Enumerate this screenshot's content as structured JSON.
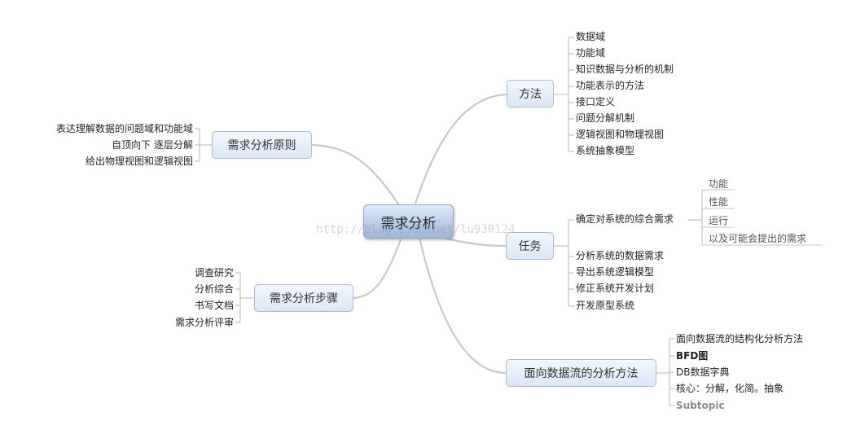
{
  "central": "需求分析",
  "watermark": "http://blog.csdn.net/lu930124",
  "branches": {
    "method": {
      "label": "方法",
      "items": [
        "数据域",
        "功能域",
        "知识数据与分析的机制",
        "功能表示的方法",
        "接口定义",
        "问题分解机制",
        "逻辑视图和物理视图",
        "系统抽象模型"
      ]
    },
    "principle": {
      "label": "需求分析原则",
      "items": [
        "表达理解数据的问题域和功能域",
        "自顶向下 逐层分解",
        "给出物理视图和逻辑视图"
      ]
    },
    "task": {
      "label": "任务",
      "items": [
        "确定对系统的综合需求",
        "分析系统的数据需求",
        "导出系统逻辑模型",
        "修正系统开发计划",
        "开发原型系统"
      ],
      "subitems": [
        "功能",
        "性能",
        "运行",
        "以及可能会提出的需求"
      ]
    },
    "steps": {
      "label": "需求分析步骤",
      "items": [
        "调查研究",
        "分析综合",
        "书写文档",
        "需求分析评审"
      ]
    },
    "dataflow": {
      "label": "面向数据流的分析方法",
      "items": [
        "面向数据流的结构化分析方法",
        "BFD图",
        "DB数据字典",
        "核心：分解，化简。抽象",
        "Subtopic"
      ]
    }
  }
}
